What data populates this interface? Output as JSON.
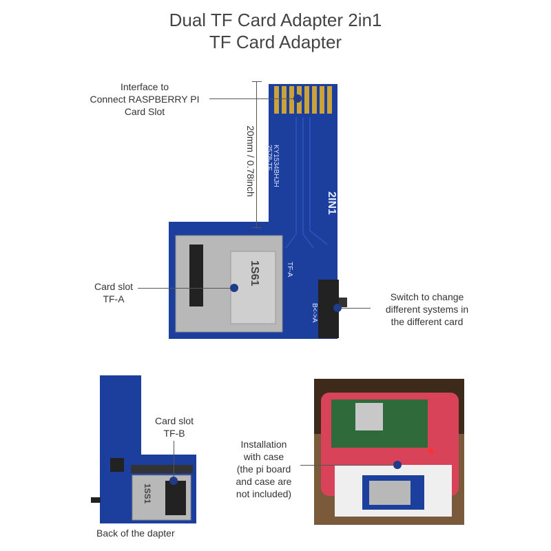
{
  "title": {
    "line1": "Dual TF Card Adapter 2in1",
    "line2": "TF Card Adapter"
  },
  "callouts": {
    "interface": [
      "Interface to",
      "Connect RASPBERRY PI",
      "Card Slot"
    ],
    "dimension": "20mm / 0.78inch",
    "card_slot_a": [
      "Card slot",
      "TF-A"
    ],
    "switch": [
      "Switch to change",
      "different systems in",
      "the different card"
    ],
    "card_slot_b": [
      "Card slot",
      "TF-B"
    ],
    "installation": [
      "Installation",
      "with case",
      "(the pi board",
      "and case are",
      "not included)"
    ],
    "back": "Back of the dapter"
  },
  "board_text": {
    "part_no": "2578-TF",
    "serial": "KY1534BHJH",
    "model": "2IN1",
    "slot_a": "TF-A",
    "switch_marking": "B<->A",
    "slot_mark": "1S61",
    "slot_mark_b": "1SS1"
  },
  "colors": {
    "pcb": "#1c3f9e",
    "pcb_dark": "#16327d",
    "gold": "#c9a23a",
    "metal": "#b8b8b8",
    "case_red": "#d9435a"
  }
}
